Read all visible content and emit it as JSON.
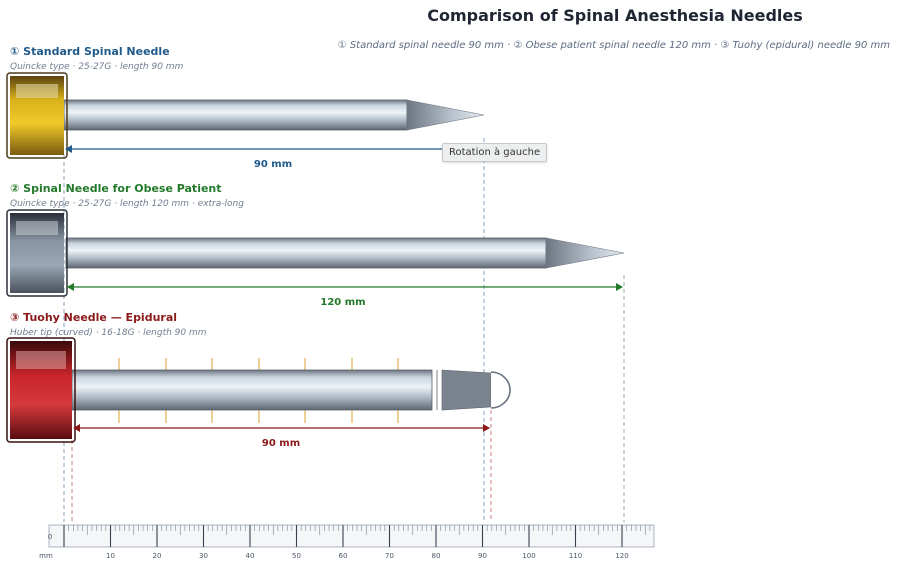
{
  "title": "Comparison of Spinal Anesthesia Needles",
  "subtitle": "① Standard spinal needle 90 mm  ·  ② Obese patient spinal needle 120 mm  ·  ③ Tuohy (epidural) needle 90 mm",
  "needles": [
    {
      "label": "① Standard Spinal Needle",
      "details": "Quincke type  ·  25-27G  ·  length 90 mm",
      "length_mm": 90,
      "dimension_text": "90 mm",
      "color": "#1f5a8a",
      "hub_color": "#d4a810"
    },
    {
      "label": "② Spinal Needle for Obese Patient",
      "details": "Quincke type  ·  25-27G  ·  length 120 mm  ·  extra-long",
      "length_mm": 120,
      "dimension_text": "120 mm",
      "color": "#237a2a",
      "hub_color": "#707b88"
    },
    {
      "label": "③ Tuohy Needle — Epidural",
      "details": "Huber tip (curved)  ·  16-18G  ·  length 90 mm",
      "length_mm": 90,
      "dimension_text": "90 mm",
      "color": "#8a1a1a",
      "hub_color": "#c8252a"
    }
  ],
  "ruler": {
    "unit": "mm",
    "zero_label": "0",
    "min": 0,
    "max": 130,
    "major_step": 10,
    "labels": [
      "10",
      "20",
      "30",
      "40",
      "50",
      "60",
      "70",
      "80",
      "90",
      "100",
      "110",
      "120"
    ]
  },
  "tooltip": "Rotation à gauche"
}
